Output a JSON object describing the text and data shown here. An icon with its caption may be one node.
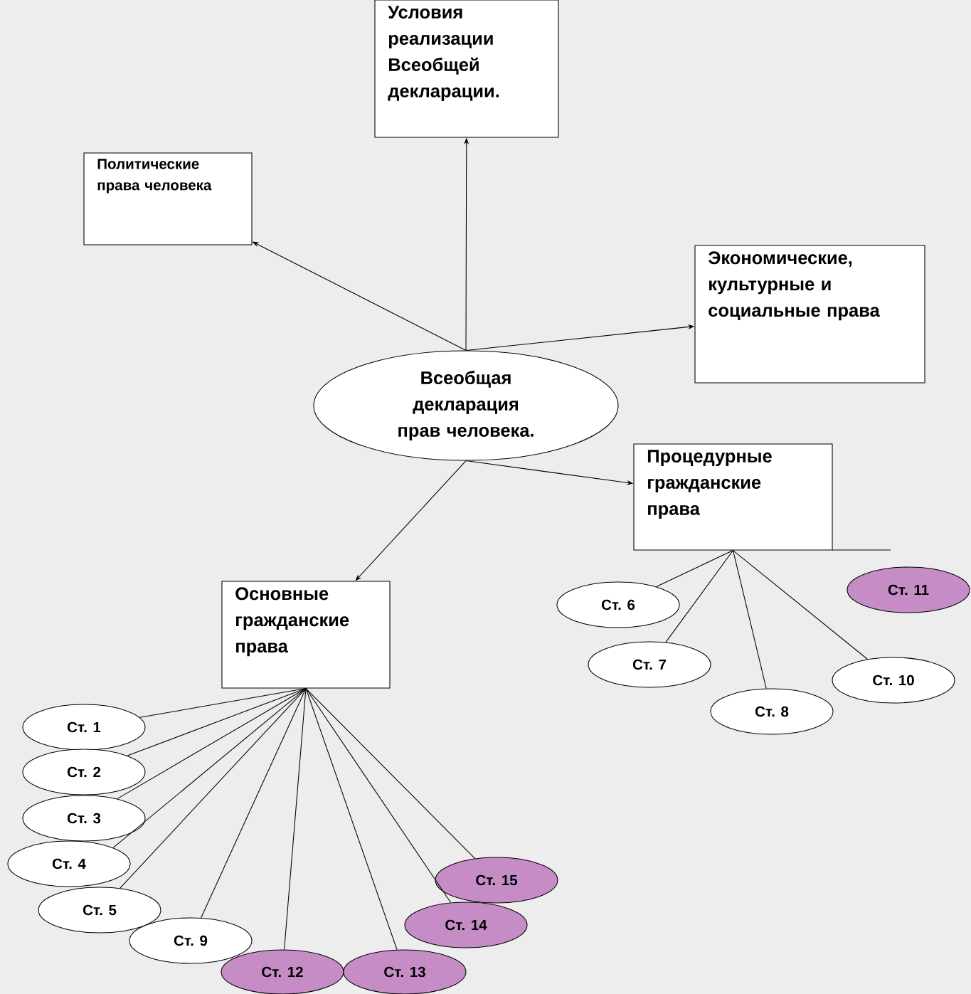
{
  "diagram": {
    "nodes": [
      {
        "text": [
          "Условия реализации Всеобщей декларации."
        ]
      },
      {
        "text": [
          "Политические права человека"
        ]
      },
      {
        "text": [
          "Экономические, культурные и социальные права"
        ]
      },
      {
        "text": [
          "Всеобщая декларация прав человека."
        ]
      },
      {
        "text": [
          "Процедурные гражданские права"
        ]
      },
      {
        "text": [
          "Основные гражданские права"
        ]
      },
      {
        "text": [
          "Ст. 11"
        ]
      },
      {
        "text": [
          "Ст. 6"
        ]
      },
      {
        "text": [
          "Ст. 7"
        ]
      },
      {
        "text": [
          "Ст. 10"
        ]
      },
      {
        "text": [
          "Ст. 8"
        ]
      },
      {
        "text": [
          "Ст. 1"
        ]
      },
      {
        "text": [
          "Ст. 2"
        ]
      },
      {
        "text": [
          "Ст. 3"
        ]
      },
      {
        "text": [
          "Ст. 4"
        ]
      },
      {
        "text": [
          "Ст. 15"
        ]
      },
      {
        "text": [
          "Ст. 5"
        ]
      },
      {
        "text": [
          "Ст. 14"
        ]
      },
      {
        "text": [
          "Ст. 9"
        ]
      },
      {
        "text": [
          "Ст. 12"
        ]
      },
      {
        "text": [
          "Ст. 13"
        ]
      }
    ],
    "edges": [
      {
        "from": 3,
        "to": 0,
        "arrow": "to"
      },
      {
        "from": 3,
        "to": 1,
        "arrow": "to"
      },
      {
        "from": 3,
        "to": 2,
        "arrow": "to"
      },
      {
        "from": 3,
        "to": 4,
        "arrow": "to"
      },
      {
        "from": 3,
        "to": 5,
        "arrow": "to"
      },
      {
        "from": 4,
        "to": 7,
        "arrow": "none"
      },
      {
        "from": 4,
        "to": 8,
        "arrow": "none"
      },
      {
        "from": 4,
        "to": 10,
        "arrow": "none"
      },
      {
        "from": 4,
        "to": 9,
        "arrow": "none"
      },
      {
        "from": 5,
        "to": 11,
        "arrow": "none"
      },
      {
        "from": 5,
        "to": 12,
        "arrow": "none"
      },
      {
        "from": 5,
        "to": 13,
        "arrow": "none"
      },
      {
        "from": 5,
        "to": 14,
        "arrow": "none"
      },
      {
        "from": 5,
        "to": 16,
        "arrow": "none"
      },
      {
        "from": 5,
        "to": 18,
        "arrow": "none"
      },
      {
        "from": 5,
        "to": 19,
        "arrow": "none"
      },
      {
        "from": 5,
        "to": 20,
        "arrow": "none"
      },
      {
        "from": 5,
        "to": 17,
        "arrow": "none"
      },
      {
        "from": 5,
        "to": 15,
        "arrow": "none"
      }
    ]
  }
}
